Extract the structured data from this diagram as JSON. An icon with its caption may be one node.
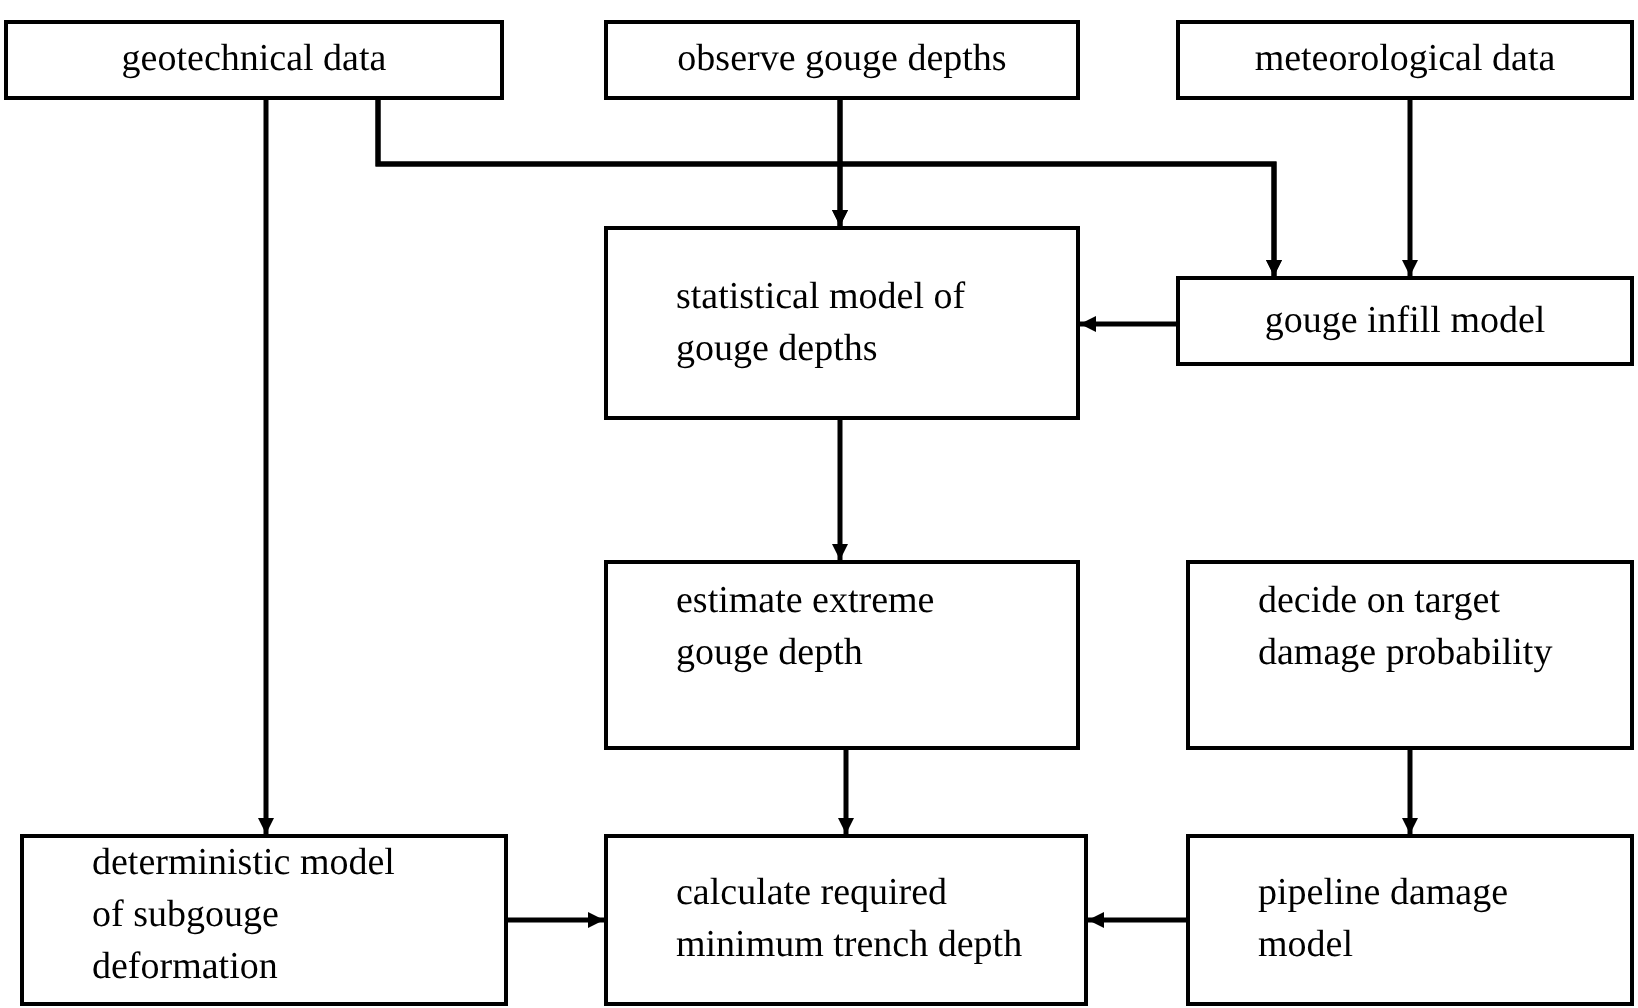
{
  "diagram": {
    "nodes": [
      {
        "text": [
          "geotechnical data"
        ]
      },
      {
        "text": [
          "observe gouge depths"
        ]
      },
      {
        "text": [
          "meteorological data"
        ]
      },
      {
        "text": [
          "statistical model of gouge depths"
        ]
      },
      {
        "text": [
          "gouge infill model"
        ]
      },
      {
        "text": [
          "estimate extreme gouge depth"
        ]
      },
      {
        "text": [
          "decide on target damage probability"
        ]
      },
      {
        "text": [
          "deterministic model of subgouge deformation"
        ]
      },
      {
        "text": [
          "calculate required minimum trench depth"
        ]
      },
      {
        "text": [
          "pipeline damage model"
        ]
      }
    ],
    "edges": [
      {
        "from": 0,
        "to": 3,
        "arrow": "to"
      },
      {
        "from": 0,
        "to": 4,
        "arrow": "to"
      },
      {
        "from": 1,
        "to": 3,
        "arrow": "to"
      },
      {
        "from": 1,
        "to": 4,
        "arrow": "to"
      },
      {
        "from": 2,
        "to": 4,
        "arrow": "to"
      },
      {
        "from": 4,
        "to": 3,
        "arrow": "to"
      },
      {
        "from": 3,
        "to": 5,
        "arrow": "to"
      },
      {
        "from": 0,
        "to": 7,
        "arrow": "to"
      },
      {
        "from": 5,
        "to": 8,
        "arrow": "to"
      },
      {
        "from": 6,
        "to": 9,
        "arrow": "to"
      },
      {
        "from": 7,
        "to": 8,
        "arrow": "to"
      },
      {
        "from": 9,
        "to": 8,
        "arrow": "to"
      }
    ]
  }
}
